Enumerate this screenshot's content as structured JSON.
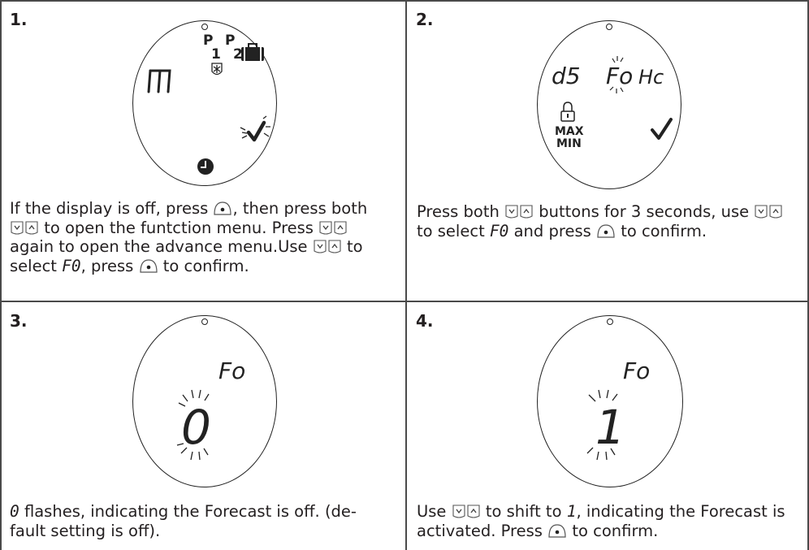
{
  "steps": [
    {
      "number": "1.",
      "display": {
        "left": "m",
        "p1": "P",
        "p1_sub": "1",
        "p2": "P",
        "p2_sub": "2"
      },
      "instruction": {
        "l1a": "If the display is off, press",
        "l1b": ", then press both",
        "l2": "to open the funtction menu. Press",
        "l3a": "again to open the advance menu.Use",
        "l3b": "to",
        "l4a": "select",
        "l4_code": "F0",
        "l4b": ", press",
        "l4c": "to confirm."
      }
    },
    {
      "number": "2.",
      "display": {
        "left": "d5",
        "right1": "Fo",
        "right2": "Hc",
        "max": "MAX",
        "min": "MIN"
      },
      "instruction": {
        "l1a": "Press both",
        "l1b": "buttons for 3 seconds, use",
        "l2a": "to select",
        "l2_code": "F0",
        "l2b": "and press",
        "l2c": "to confirm."
      }
    },
    {
      "number": "3.",
      "display": {
        "label": "Fo",
        "value": "0"
      },
      "instruction": {
        "l1_code": "0",
        "l1": "flashes, indicating the Forecast is off. (de-",
        "l2": "fault setting is off)."
      }
    },
    {
      "number": "4.",
      "display": {
        "label": "Fo",
        "value": "1"
      },
      "instruction": {
        "l1a": "Use",
        "l1b": "to shift to",
        "l1_code": "1",
        "l1c": ", indicating the Forecast is",
        "l2a": "activated. Press",
        "l2b": "to confirm."
      }
    }
  ],
  "icons": {
    "ok_button": "ok-round-button-icon",
    "updown_buttons": "down-up-arrow-buttons-icon",
    "check": "checkmark-icon",
    "frost": "frost-shield-icon",
    "suitcase": "suitcase-icon",
    "clock": "clock-icon",
    "lock": "lock-icon"
  }
}
